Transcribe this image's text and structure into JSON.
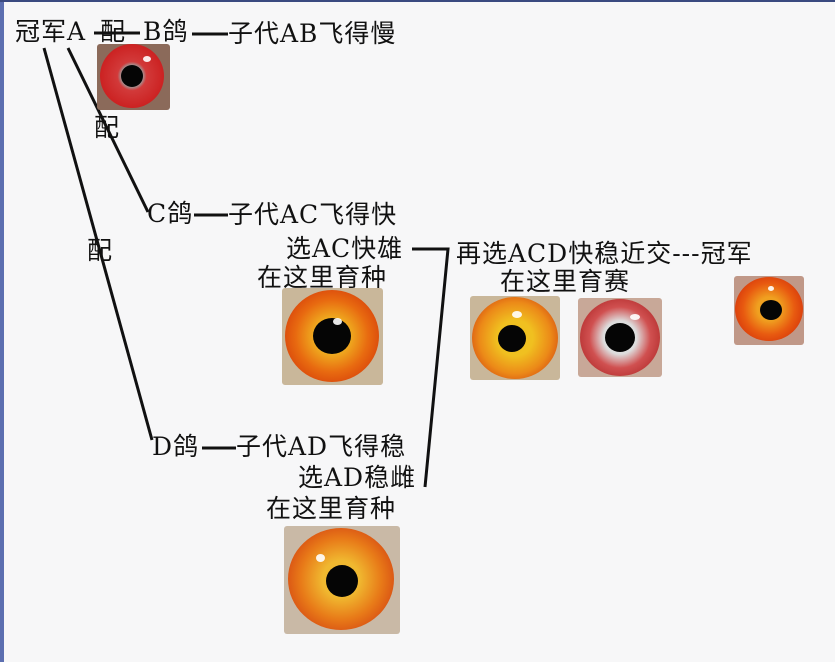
{
  "nodes": {
    "champion_a": "冠军A",
    "pair_top": "配",
    "b_pigeon": "B鸽",
    "offspring_ab": "子代AB飞得慢",
    "pair_mid": "配",
    "pair_low": "配",
    "c_pigeon": "C鸽",
    "offspring_ac": "子代AC飞得快",
    "select_ac": "选AC快雄",
    "breed_here_1": "在这里育种",
    "reselect_acd": "再选ACD快稳近交---冠军",
    "race_here": "在这里育赛",
    "d_pigeon": "D鸽",
    "offspring_ad": "子代AD飞得稳",
    "select_ad": "选AD稳雌",
    "breed_here_2": "在这里育种"
  },
  "colors": {
    "line": "#111111",
    "edge": "#5c6fb0"
  }
}
